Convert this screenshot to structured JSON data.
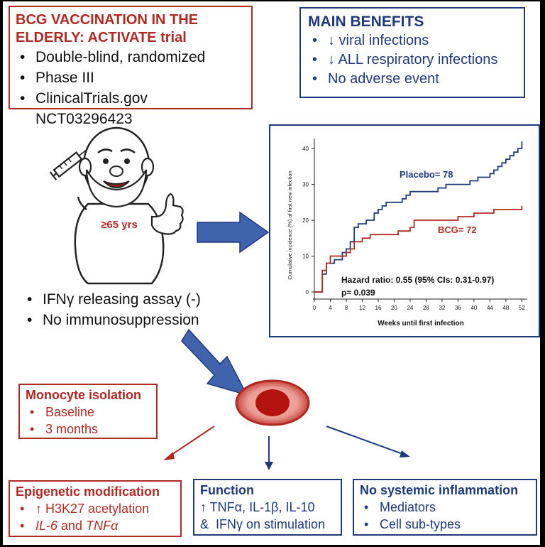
{
  "trial_box": {
    "title_line1": "BCG VACCINATION IN THE",
    "title_line2": "ELDERLY: ACTIVATE trial",
    "bullets": [
      "Double-blind, randomized",
      "Phase III",
      "ClinicalTrials.gov NCT03296423"
    ]
  },
  "benefits_box": {
    "title": "MAIN BENEFITS",
    "bullets": [
      "↓ viral infections",
      "↓ ALL respiratory infections",
      "No adverse event"
    ]
  },
  "person": {
    "age_label": "≥65 yrs"
  },
  "criteria": [
    "IFNγ releasing assay (-)",
    "No immunosuppression"
  ],
  "chart_data": {
    "type": "line",
    "xlabel": "Weeks until first infection",
    "ylabel": "Cumulative incidence (%) of first new infection",
    "x_ticks": [
      0,
      4,
      8,
      12,
      16,
      20,
      24,
      28,
      32,
      36,
      40,
      44,
      48,
      52
    ],
    "y_ticks": [
      0,
      10,
      20,
      30,
      40
    ],
    "xlim": [
      0,
      53
    ],
    "ylim": [
      0,
      42
    ],
    "series": [
      {
        "name": "Placebo= 78",
        "color": "#1f3a7a",
        "points": [
          [
            0,
            0
          ],
          [
            2,
            0
          ],
          [
            2,
            5
          ],
          [
            3,
            5
          ],
          [
            3,
            8
          ],
          [
            5,
            8
          ],
          [
            5,
            9
          ],
          [
            7,
            9
          ],
          [
            7,
            11
          ],
          [
            8,
            11
          ],
          [
            8,
            12
          ],
          [
            9,
            12
          ],
          [
            9,
            14
          ],
          [
            10,
            14
          ],
          [
            10,
            18
          ],
          [
            11,
            18
          ],
          [
            11,
            19
          ],
          [
            13,
            19
          ],
          [
            13,
            20
          ],
          [
            15,
            20
          ],
          [
            15,
            22
          ],
          [
            16,
            22
          ],
          [
            16,
            23
          ],
          [
            17,
            23
          ],
          [
            17,
            24
          ],
          [
            18,
            24
          ],
          [
            18,
            25
          ],
          [
            22,
            25
          ],
          [
            22,
            26
          ],
          [
            23,
            26
          ],
          [
            23,
            27
          ],
          [
            24,
            27
          ],
          [
            24,
            28
          ],
          [
            31,
            28
          ],
          [
            31,
            29
          ],
          [
            33,
            29
          ],
          [
            33,
            30
          ],
          [
            39,
            30
          ],
          [
            39,
            31
          ],
          [
            41,
            31
          ],
          [
            41,
            32
          ],
          [
            44,
            32
          ],
          [
            44,
            33
          ],
          [
            45,
            33
          ],
          [
            45,
            34
          ],
          [
            46,
            34
          ],
          [
            46,
            35
          ],
          [
            47,
            35
          ],
          [
            47,
            36
          ],
          [
            48,
            36
          ],
          [
            48,
            37
          ],
          [
            49,
            37
          ],
          [
            49,
            38
          ],
          [
            50,
            38
          ],
          [
            50,
            39
          ],
          [
            51,
            39
          ],
          [
            51,
            40
          ],
          [
            52,
            40
          ],
          [
            52,
            42
          ]
        ]
      },
      {
        "name": "BCG= 72",
        "color": "#b02a24",
        "points": [
          [
            0,
            0
          ],
          [
            2,
            0
          ],
          [
            2,
            6
          ],
          [
            3,
            6
          ],
          [
            3,
            8
          ],
          [
            4,
            8
          ],
          [
            4,
            10
          ],
          [
            8,
            10
          ],
          [
            8,
            11
          ],
          [
            9,
            11
          ],
          [
            9,
            12
          ],
          [
            10,
            12
          ],
          [
            10,
            14
          ],
          [
            12,
            14
          ],
          [
            12,
            15
          ],
          [
            14,
            15
          ],
          [
            14,
            16
          ],
          [
            21,
            16
          ],
          [
            21,
            17
          ],
          [
            24,
            17
          ],
          [
            24,
            18
          ],
          [
            25,
            18
          ],
          [
            25,
            20
          ],
          [
            36,
            20
          ],
          [
            36,
            21
          ],
          [
            40,
            21
          ],
          [
            40,
            22
          ],
          [
            45,
            22
          ],
          [
            45,
            23
          ],
          [
            52,
            23
          ],
          [
            52,
            24
          ]
        ]
      }
    ],
    "annotation_line1": "Hazard ratio: 0.55 (95% CIs: 0.31-0.97)",
    "annotation_line2": "p= 0.039"
  },
  "monocyte_box": {
    "title": "Monocyte isolation",
    "bullets": [
      "Baseline",
      "3 months"
    ]
  },
  "epigenetic_box": {
    "title": "Epigenetic modification",
    "bullet1": "↑ H3K27 acetylation",
    "bullet2_part1": "IL-6",
    "bullet2_part2": " and ",
    "bullet2_part3": "TNFα"
  },
  "function_box": {
    "title": "Function",
    "line1": "↑ TNFα, IL-1β, IL-10",
    "line2": "&  IFNγ on stimulation"
  },
  "inflammation_box": {
    "title": "No systemic inflammation",
    "bullets": [
      "Mediators",
      "Cell sub-types"
    ]
  },
  "bullet_char": "•",
  "colors": {
    "red": "#b02a24",
    "blue": "#1f3a7a",
    "arrow_blue": "#3f63ad"
  }
}
